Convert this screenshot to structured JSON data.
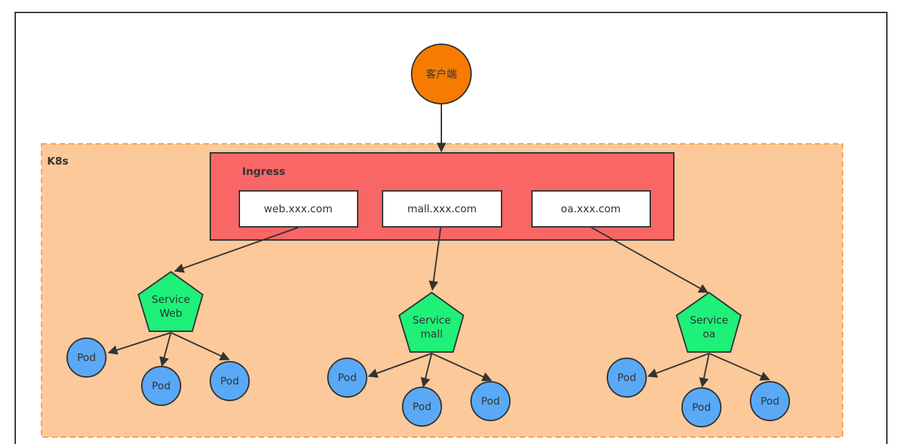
{
  "client": {
    "label": "客户端",
    "color": "#f57c00"
  },
  "cluster": {
    "label": "K8s",
    "fill": "#fcc99a",
    "border": "#f5a24a"
  },
  "ingress": {
    "label": "Ingress",
    "fill": "#f96666",
    "hosts": [
      "web.xxx.com",
      "mall.xxx.com",
      "oa.xxx.com"
    ]
  },
  "services": [
    {
      "line1": "Service",
      "line2": "Web",
      "pods": [
        "Pod",
        "Pod",
        "Pod"
      ]
    },
    {
      "line1": "Service",
      "line2": "mall",
      "pods": [
        "Pod",
        "Pod",
        "Pod"
      ]
    },
    {
      "line1": "Service",
      "line2": "oa",
      "pods": [
        "Pod",
        "Pod",
        "Pod"
      ]
    }
  ],
  "colors": {
    "service": "#1ef07a",
    "pod": "#5aa9f7",
    "edge": "#333333"
  }
}
